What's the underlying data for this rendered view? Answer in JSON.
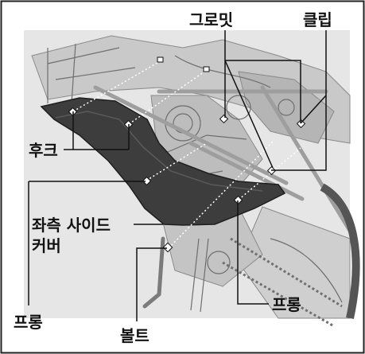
{
  "labels": {
    "grommet": "그로밋",
    "clip": "클립",
    "hook": "후크",
    "cover_line1": "좌측 사이드",
    "cover_line2": "커버",
    "prong_left": "프롱",
    "bolt": "볼트",
    "prong_right": "프롱"
  },
  "colors": {
    "photo_bg": "#d9d9d9",
    "cover": "#3d3d3d",
    "frame": "#c8c8c8",
    "leader": "#111111",
    "dots": "#ffffff",
    "border": "#222222"
  }
}
